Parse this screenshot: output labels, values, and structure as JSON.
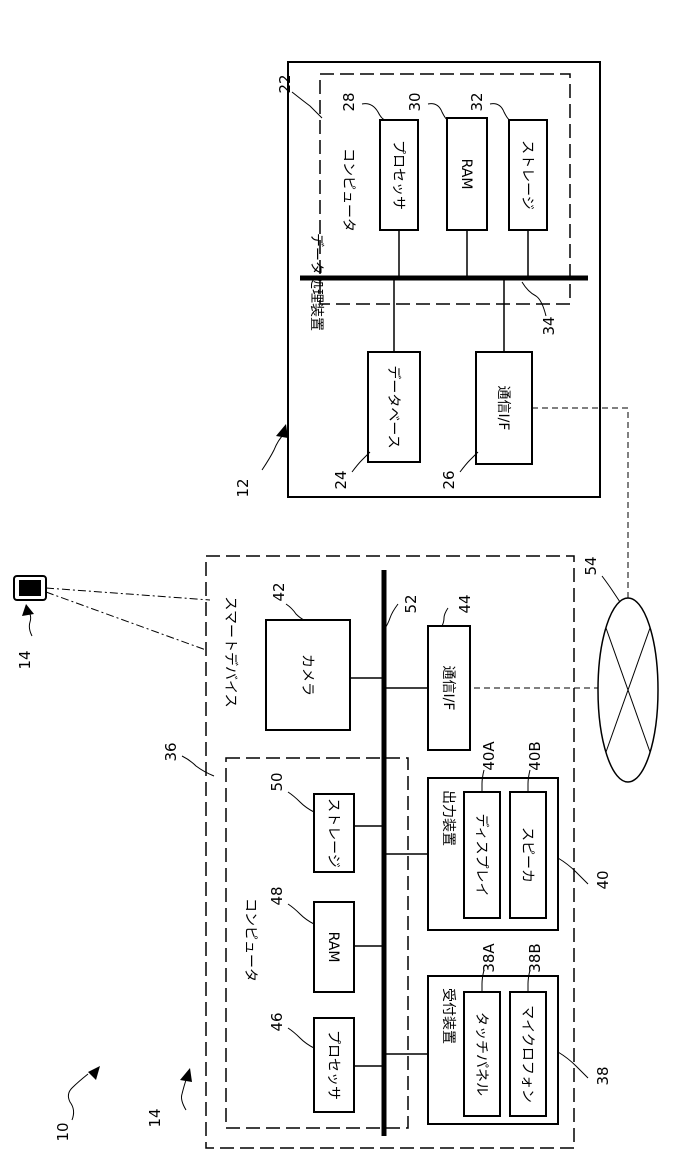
{
  "figure_number": "10",
  "data_processing": {
    "ref": "12",
    "title": "データ処理装置",
    "computer": {
      "ref": "22",
      "title": "コンピュータ"
    },
    "processor": {
      "ref": "28",
      "label": "プロセッサ"
    },
    "ram": {
      "ref": "30",
      "label": "RAM"
    },
    "storage": {
      "ref": "32",
      "label": "ストレージ"
    },
    "bus": {
      "ref": "34"
    },
    "database": {
      "ref": "24",
      "label": "データベース"
    },
    "comm_if": {
      "ref": "26",
      "label": "通信I/F"
    }
  },
  "network": {
    "ref": "54"
  },
  "camera_device": {
    "ref": "14"
  },
  "smart_device": {
    "ref": "14",
    "title": "スマートデバイス",
    "computer": {
      "ref": "36",
      "title": "コンピュータ"
    },
    "processor": {
      "ref": "46",
      "label": "プロセッサ"
    },
    "ram": {
      "ref": "48",
      "label": "RAM"
    },
    "storage": {
      "ref": "50",
      "label": "ストレージ"
    },
    "camera": {
      "ref": "42",
      "label": "カメラ"
    },
    "bus": {
      "ref": "52"
    },
    "comm_if": {
      "ref": "44",
      "label": "通信I/F"
    },
    "output": {
      "ref": "40",
      "title": "出力装置",
      "display": {
        "ref": "40A",
        "label": "ディスプレイ"
      },
      "speaker": {
        "ref": "40B",
        "label": "スピーカ"
      }
    },
    "input": {
      "ref": "38",
      "title": "受付装置",
      "touch_panel": {
        "ref": "38A",
        "label": "タッチパネル"
      },
      "microphone": {
        "ref": "38B",
        "label": "マイクロフォン"
      }
    }
  }
}
